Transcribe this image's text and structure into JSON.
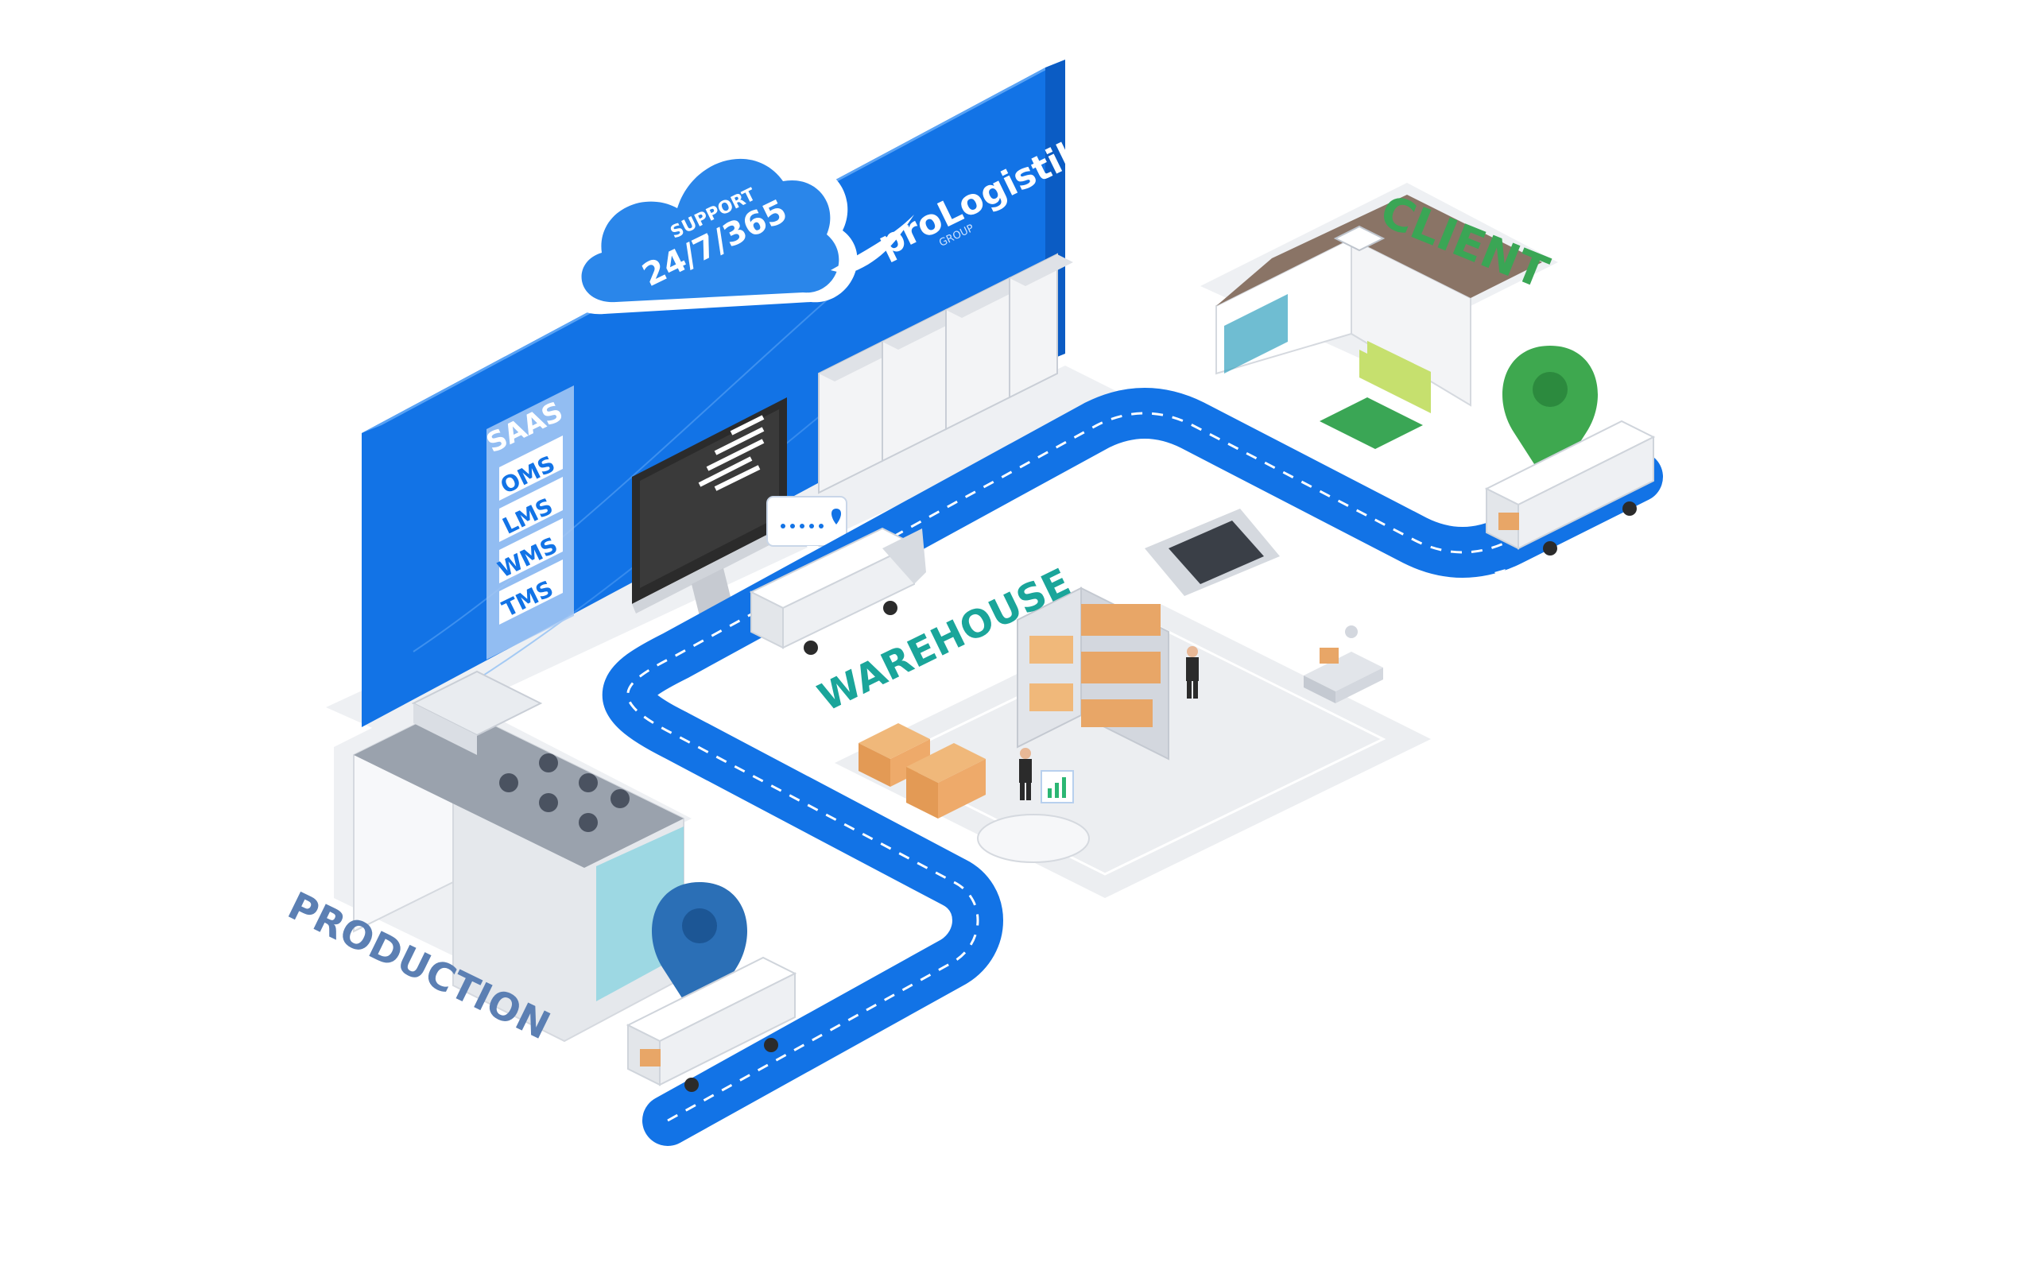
{
  "brand": {
    "logo_text": "proLogistik",
    "logo_sub": "GROUP"
  },
  "cloud": {
    "line1": "SUPPORT",
    "line2": "24/7/365"
  },
  "saas_panel": {
    "title": "SAAS",
    "items": [
      "OMS",
      "LMS",
      "WMS",
      "TMS"
    ]
  },
  "labels": {
    "client": "CLIENT",
    "warehouse": "WAREHOUSE",
    "production": "PRODUCTION"
  },
  "colors": {
    "primary_blue": "#1273e6",
    "dark_blue": "#0b5cc4",
    "client_green": "#3aa655",
    "warehouse_teal": "#1aa59a",
    "production_slate": "#5b7fb3",
    "pin_blue": "#2b6fb6",
    "pin_green": "#3ea84f"
  }
}
